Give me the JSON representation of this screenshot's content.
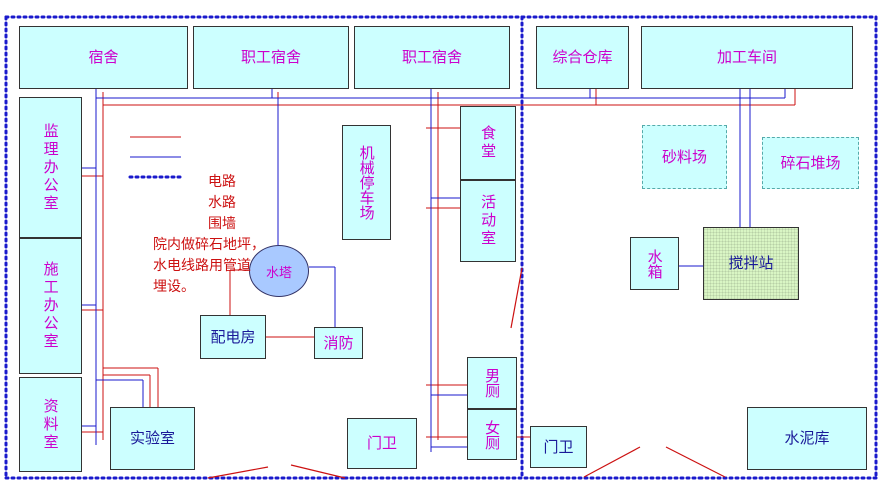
{
  "labels": {
    "dorm": "宿舍",
    "staff_dorm_1": "职工宿舍",
    "staff_dorm_2": "职工宿舍",
    "warehouse": "综合仓库",
    "workshop": "加工车间",
    "supervision_office": "监理办公室",
    "construction_office": "施工办公室",
    "archive_room": "资料室",
    "lab": "实验室",
    "machinery_parking": "机械停车场",
    "canteen": "食堂",
    "activity_room": "活动室",
    "sand_yard": "砂料场",
    "gravel_yard": "碎石堆场",
    "water_tank": "水箱",
    "mixing_station": "搅拌站",
    "water_tower": "水塔",
    "power_room": "配电房",
    "fire_control": "消防",
    "men_toilet": "男厕",
    "women_toilet": "女厕",
    "gate_1": "门卫",
    "gate_2": "门卫",
    "cement_store": "水泥库"
  },
  "legend": {
    "power": "电路",
    "water": "水路",
    "wall": "围墙"
  },
  "note": {
    "line1": "院内做碎石地坪，",
    "line2": "水电线路用管道",
    "line3": "埋设。"
  },
  "colors": {
    "box_fill": "#ccffff",
    "power_line": "#cc1111",
    "water_line": "#1a1acc",
    "wall": "#1a1acc",
    "label_text": "#cc00cc"
  }
}
